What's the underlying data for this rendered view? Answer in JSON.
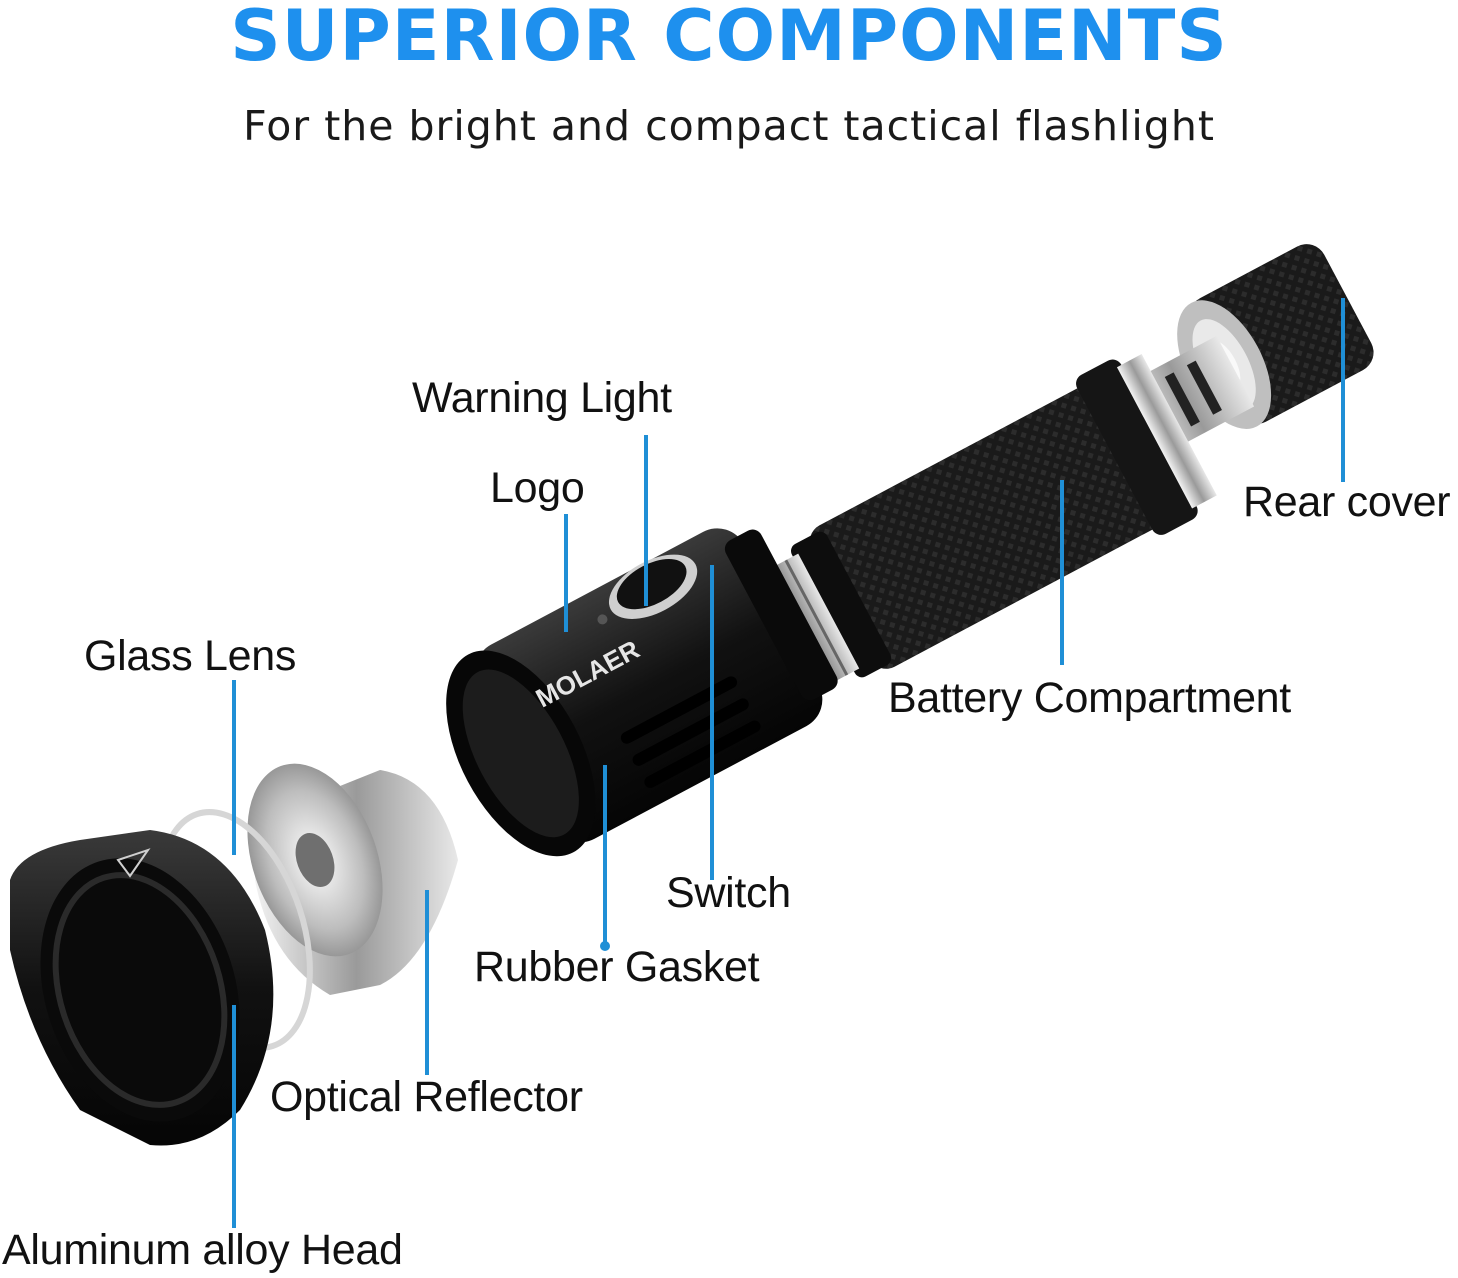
{
  "header": {
    "title": "SUPERIOR COMPONENTS",
    "subtitle": "For the bright and compact tactical flashlight"
  },
  "brand": {
    "logo_text": "MOLAER"
  },
  "colors": {
    "accent": "#1e90ee",
    "leader": "#1f8fd6",
    "body": "#141414",
    "metal": "#c9c9c9"
  },
  "components": [
    {
      "id": "warning-light",
      "label": "Warning Light"
    },
    {
      "id": "logo",
      "label": "Logo"
    },
    {
      "id": "glass-lens",
      "label": "Glass Lens"
    },
    {
      "id": "rear-cover",
      "label": "Rear cover"
    },
    {
      "id": "battery-compartment",
      "label": "Battery Compartment"
    },
    {
      "id": "switch",
      "label": "Switch"
    },
    {
      "id": "rubber-gasket",
      "label": "Rubber Gasket"
    },
    {
      "id": "optical-reflector",
      "label": "Optical Reflector"
    },
    {
      "id": "aluminum-alloy-head",
      "label": "Aluminum alloy Head"
    }
  ]
}
